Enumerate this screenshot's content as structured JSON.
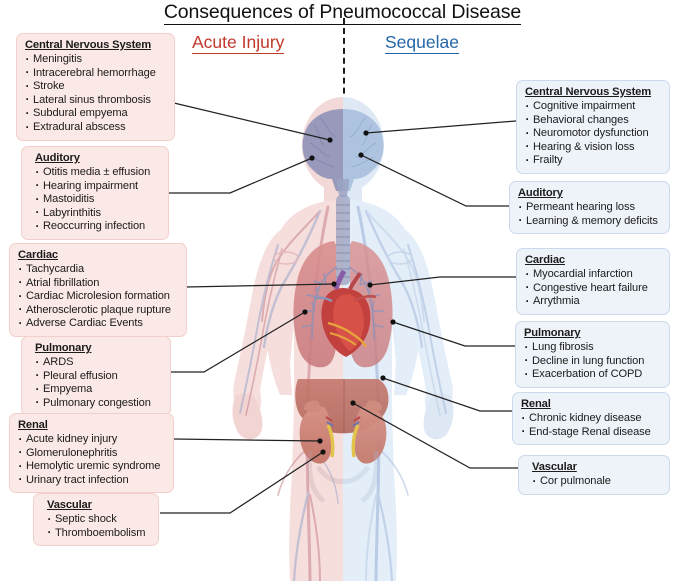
{
  "title": "Consequences of Pneumococcal Disease",
  "columns": {
    "left": {
      "label": "Acute Injury",
      "color": "#c0392b"
    },
    "right": {
      "label": "Sequelae",
      "color": "#2566a8"
    }
  },
  "colors": {
    "acute_fill": "#fbe9e7",
    "acute_border": "#f2cfcb",
    "sequelae_fill": "#eef3fa",
    "sequelae_border": "#ccd9ea",
    "midline": "#1a1a1a",
    "connector": "#222222"
  },
  "acute_boxes": [
    {
      "heading": "Central Nervous System",
      "items": [
        "Meningitis",
        "Intracerebral hemorrhage",
        "Stroke",
        "Lateral sinus thrombosis",
        "Subdural empyema",
        "Extradural abscess"
      ]
    },
    {
      "heading": "Auditory",
      "items": [
        "Otitis media ± effusion",
        "Hearing impairment",
        "Mastoiditis",
        "Labyrinthitis",
        "Reoccurring infection"
      ]
    },
    {
      "heading": "Cardiac",
      "items": [
        "Tachycardia",
        "Atrial fibrillation",
        "Cardiac Microlesion formation",
        "Atherosclerotic plaque rupture",
        "Adverse Cardiac Events"
      ]
    },
    {
      "heading": "Pulmonary",
      "items": [
        "ARDS",
        "Pleural effusion",
        "Empyema",
        "Pulmonary congestion"
      ]
    },
    {
      "heading": "Renal",
      "items": [
        "Acute kidney injury",
        "Glomerulonephritis",
        "Hemolytic uremic syndrome",
        "Urinary tract infection"
      ]
    },
    {
      "heading": "Vascular",
      "items": [
        "Septic shock",
        "Thromboembolism"
      ]
    }
  ],
  "sequelae_boxes": [
    {
      "heading": "Central Nervous System",
      "items": [
        "Cognitive impairment",
        "Behavioral changes",
        "Neuromotor dysfunction",
        "Hearing & vision loss",
        "Frailty"
      ]
    },
    {
      "heading": "Auditory",
      "items": [
        "Permeant hearing loss",
        "Learning & memory deficits"
      ]
    },
    {
      "heading": "Cardiac",
      "items": [
        "Myocardial infarction",
        "Congestive heart failure",
        "Arrythmia"
      ]
    },
    {
      "heading": "Pulmonary",
      "items": [
        "Lung fibrosis",
        "Decline in lung function",
        "Exacerbation of COPD"
      ]
    },
    {
      "heading": "Renal",
      "items": [
        "Chronic kidney disease",
        "End-stage Renal disease"
      ]
    },
    {
      "heading": "Vascular",
      "items": [
        "Cor pulmonale"
      ]
    }
  ]
}
